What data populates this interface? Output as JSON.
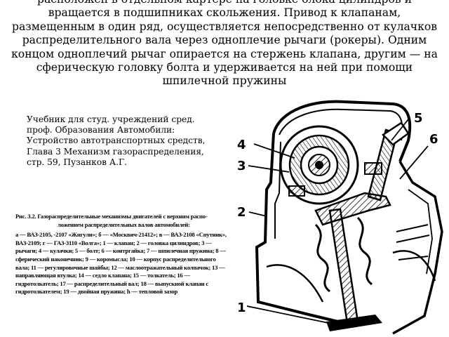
{
  "intro": {
    "lines": [
      "расположен в отдельном картере на головке блока цилиндров и",
      "вращается в подшипниках скольжения. Привод к клапанам,",
      "размещенным в один ряд, осуществляется непосредственно от кулачков",
      "распределительного вала через одноплечие рычаги (рокеры). Одним",
      "концом одноплечий рычаг опирается на стержень клапана, другим — на",
      "сферическую головку болта и удерживается на ней при помощи",
      "шпилечной пружины"
    ]
  },
  "citation": {
    "text": "Учебник для студ. учреждений сред. проф. Образования Автомобили: Устройство автотранспортных средств, Глава 3 Механизм газораспределения, стр. 59,  Пузанков А.Г."
  },
  "caption": {
    "title_line1": "Рис. 3.2. Газораспределительные механизмы двигателей с верхним распо-",
    "title_line2": "ложением распределительных валов автомобилей:",
    "body": "а — ВАЗ-2105, -2107 «Жигули»; б — «Москвич-21412»; в — ВАЗ-2108 «Спутник», ВАЗ-2109; г — ГАЗ-3110 «Волга»; 1 — клапан; 2 — головка цилиндров; 3 — рычаги; 4 — кулачки; 5 — болт; 6 — контргайка; 7 — шпилечная пружина; 8 — сферический наконечник; 9 — коромысла; 10 — корпус распределительного вала; 11 — регулировочные шайбы; 12 — маслоотражательный колпачок; 13 — направляющая втулка; 14 — седло клапана; 15 — толкатель; 16 — гидротолкатель; 17 — распределительный вал; 18 — выпускной клапан с гидротолкателем; 19 — двойная пружина; h — тепловой зазор"
  },
  "figure": {
    "labels": [
      "5",
      "6",
      "4",
      "3",
      "2",
      "1"
    ]
  }
}
